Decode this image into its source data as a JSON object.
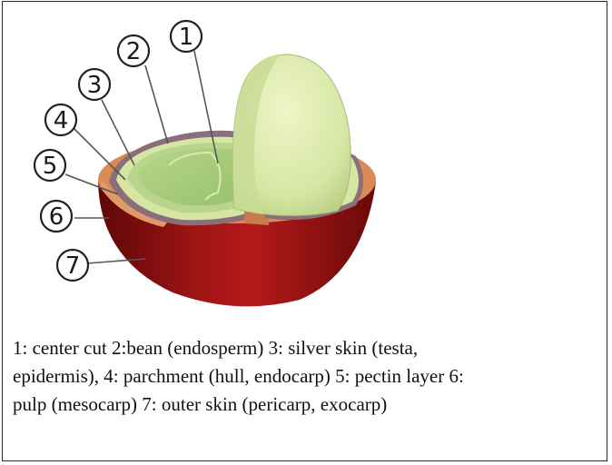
{
  "labels": [
    "1",
    "2",
    "3",
    "4",
    "5",
    "6",
    "7"
  ],
  "caption": {
    "line1": " 1: center cut 2:bean (endosperm) 3: silver skin (testa,",
    "line2": "epidermis), 4: parchment (hull, endocarp) 5: pectin layer 6:",
    "line3": "pulp (mesocarp) 7: outer skin (pericarp, exocarp)"
  },
  "colors": {
    "skin_dark": "#7a0c0c",
    "skin_mid": "#a31616",
    "pulp": "#d98a55",
    "pectin": "#8a6f7a",
    "parchment": "#d4e6a2",
    "silver_skin": "#b8d08a",
    "bean": "#a9cf7b",
    "bean_light": "#e6efb9"
  }
}
